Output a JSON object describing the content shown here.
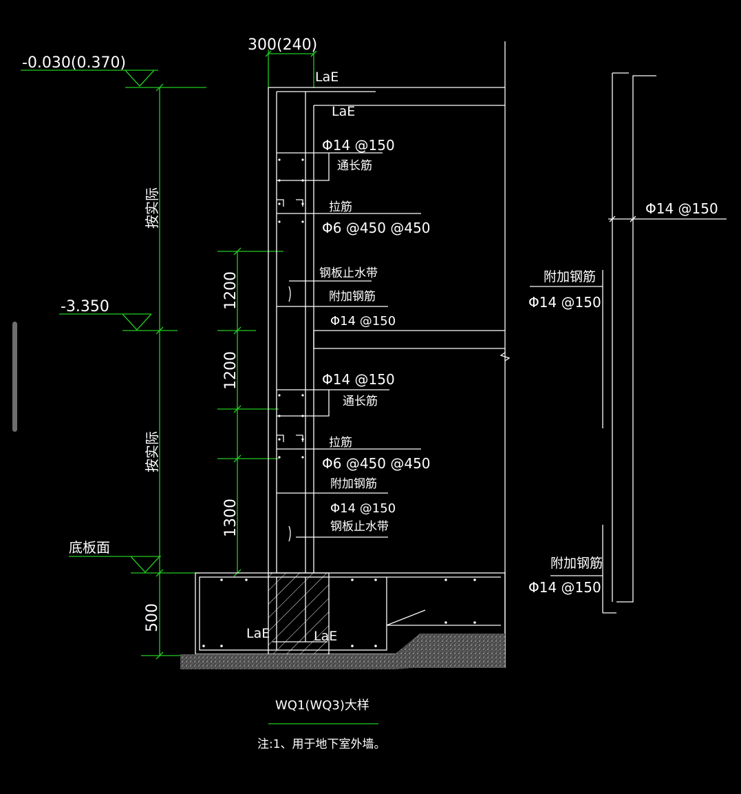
{
  "title": "WQ1(WQ3)大样",
  "note": "注:1、用于地下室外墙。",
  "wall_thickness": "300(240)",
  "elevations": {
    "top": "-0.030(0.370)",
    "mid": "-3.350",
    "slab_face": "底板面"
  },
  "dimensions": {
    "d1": "1200",
    "d2": "1200",
    "d3": "1300",
    "d4": "500",
    "upper_span": "按实际",
    "lower_span": "按实际"
  },
  "labels": {
    "lae": "LaE",
    "rebar_14_150": "Φ14 @150",
    "rebar_6": "Φ6 @450 @450",
    "through_bar": "通长筋",
    "tie_bar": "拉筋",
    "additional_bar": "附加钢筋",
    "waterstop": "钢板止水带"
  },
  "colors": {
    "background": "#000000",
    "line": "#ffffff",
    "dimension": "#22cc22"
  }
}
